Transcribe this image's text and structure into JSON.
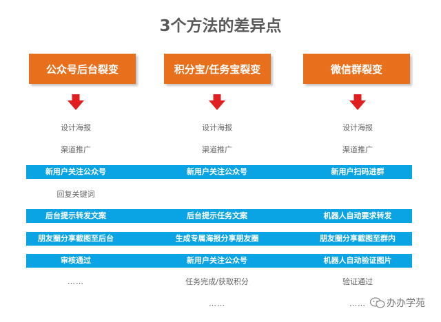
{
  "title": "3个方法的差异点",
  "columns": [
    {
      "header": "公众号后台裂变"
    },
    {
      "header": "积分宝/任务宝裂变"
    },
    {
      "header": "微信群裂变"
    }
  ],
  "rows": [
    {
      "style": "plain",
      "cells": [
        "设计海报",
        "设计海报",
        "设计海报"
      ]
    },
    {
      "style": "plain",
      "cells": [
        "渠道推广",
        "渠道推广",
        "渠道推广"
      ]
    },
    {
      "style": "band",
      "cells": [
        "新用户关注公众号",
        "新用户关注公众号",
        "新用户扫码进群"
      ]
    },
    {
      "style": "plain",
      "cells": [
        "回复关键词",
        "",
        ""
      ]
    },
    {
      "style": "band",
      "cells": [
        "后台提示转发文案",
        "后台提示任务文案",
        "机器人自动要求转发"
      ]
    },
    {
      "style": "band",
      "cells": [
        "朋友圈分享截图至后台",
        "生成专属海报分享朋友圈",
        "朋友圈分享截图至群内"
      ]
    },
    {
      "style": "band",
      "cells": [
        "审核通过",
        "新用户关注公众号",
        "机器人自动验证图片"
      ]
    },
    {
      "style": "plain",
      "cells": [
        "……",
        "任务完成/获取积分",
        "验证通过"
      ]
    },
    {
      "style": "plain",
      "cells": [
        "",
        "……",
        "……"
      ]
    }
  ],
  "watermark": "办办学苑",
  "colors": {
    "header_bg": "#e8701c",
    "arrow": "#e02020",
    "band_bg": "#0aa3e3",
    "title": "#595959"
  },
  "icons": {
    "arrow": "arrow-down-icon",
    "watermark": "wechat-logo-icon"
  }
}
